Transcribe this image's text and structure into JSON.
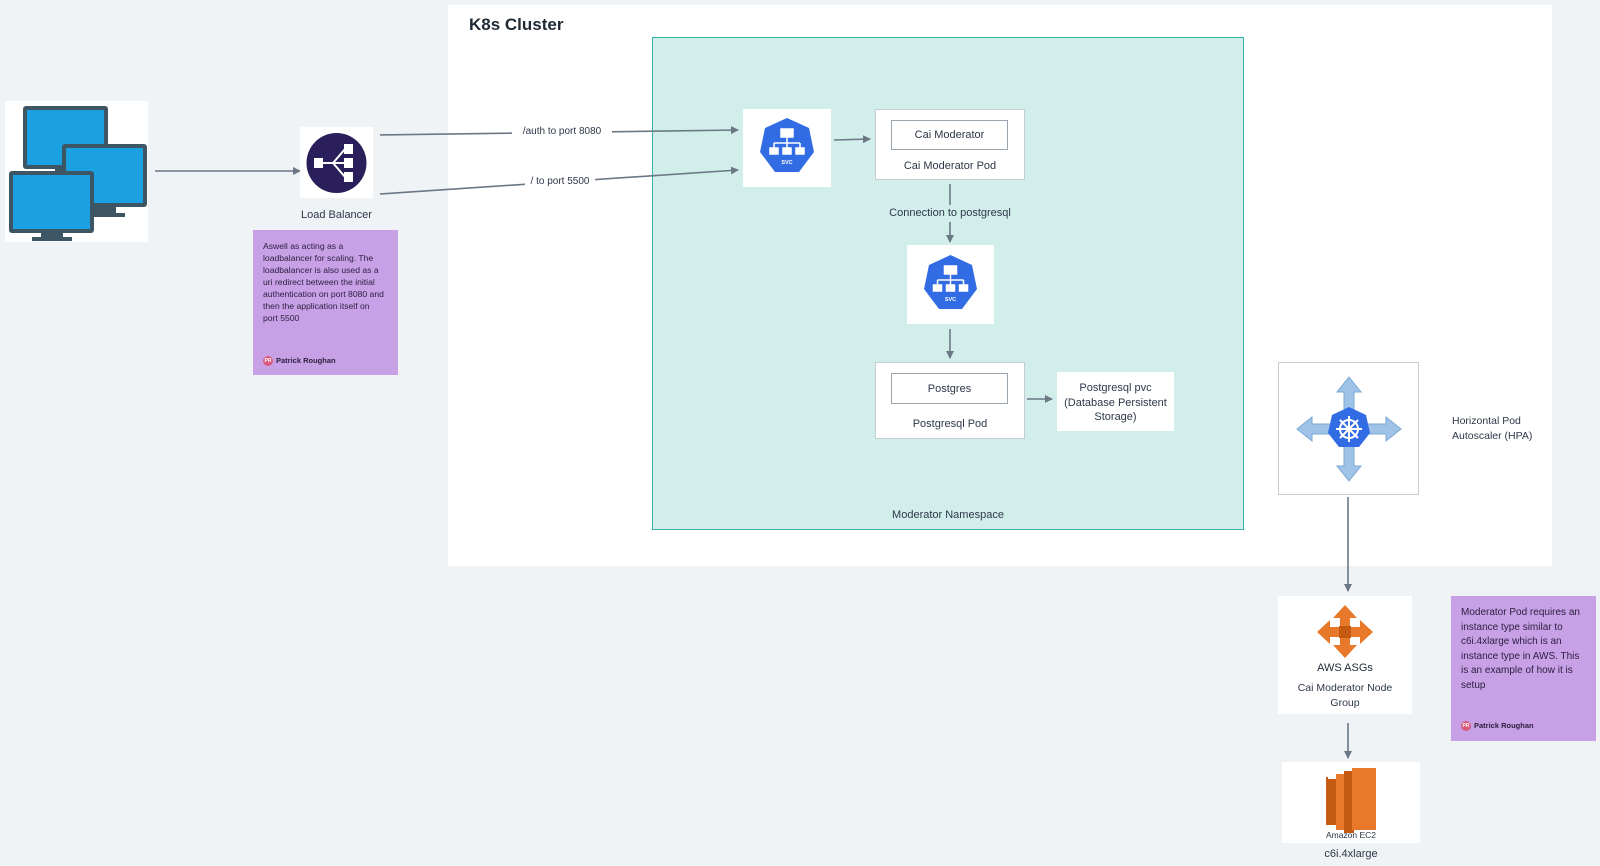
{
  "cluster": {
    "title": "K8s Cluster"
  },
  "namespace": {
    "label": "Moderator Namespace"
  },
  "load_balancer": {
    "label": "Load Balancer"
  },
  "routes": {
    "auth": "/auth to port 8080",
    "root": "/ to port 5500"
  },
  "svc_icon_text": "SVC",
  "cai_pod": {
    "container": "Cai Moderator",
    "label": "Cai Moderator Pod"
  },
  "connection": {
    "label": "Connection to postgresql"
  },
  "postgres_pod": {
    "container": "Postgres",
    "label": "Postgresql Pod"
  },
  "pvc": {
    "line1": "Postgresql pvc",
    "line2": "(Database Persistent",
    "line3": "Storage)"
  },
  "hpa": {
    "line1": "Horizontal Pod",
    "line2": "Autoscaler (HPA)"
  },
  "asg": {
    "title": "AWS ASGs",
    "line1": "Cai Moderator Node",
    "line2": "Group"
  },
  "ec2": {
    "title": "Amazon EC2",
    "instance": "c6i.4xlarge"
  },
  "note_lb": {
    "lines": [
      "Aswell as acting as a",
      "loadbalancer for scaling. The",
      "loadbalancer is also used as a",
      "uri redirect between the initial",
      "authentication on port 8080 and",
      "then the application itself on",
      "port 5500"
    ],
    "author": "Patrick Roughan",
    "initials": "PR"
  },
  "note_pod": {
    "lines": [
      "Moderator Pod requires an",
      "instance type similar to",
      "c6i.4xlarge which is an",
      "instance type in AWS. This",
      "is an example of how it is",
      "setup"
    ],
    "author": "Patrick Roughan",
    "initials": "PR"
  },
  "colors": {
    "teal_fill": "#d2eeeb",
    "teal_border": "#33b3a6",
    "k8s_blue": "#326ce5",
    "aws_orange": "#e8792b",
    "note_purple": "#c7a0e6",
    "lb_navy": "#2a1f5a",
    "monitor_blue": "#1ba1e2"
  },
  "icons": {
    "clients": "desktop-monitors-icon",
    "lb": "load-balancer-icon",
    "svc": "kubernetes-service-icon",
    "hpa": "kubernetes-hpa-icon",
    "asg": "aws-auto-scaling-icon",
    "ec2": "aws-ec2-icon"
  }
}
